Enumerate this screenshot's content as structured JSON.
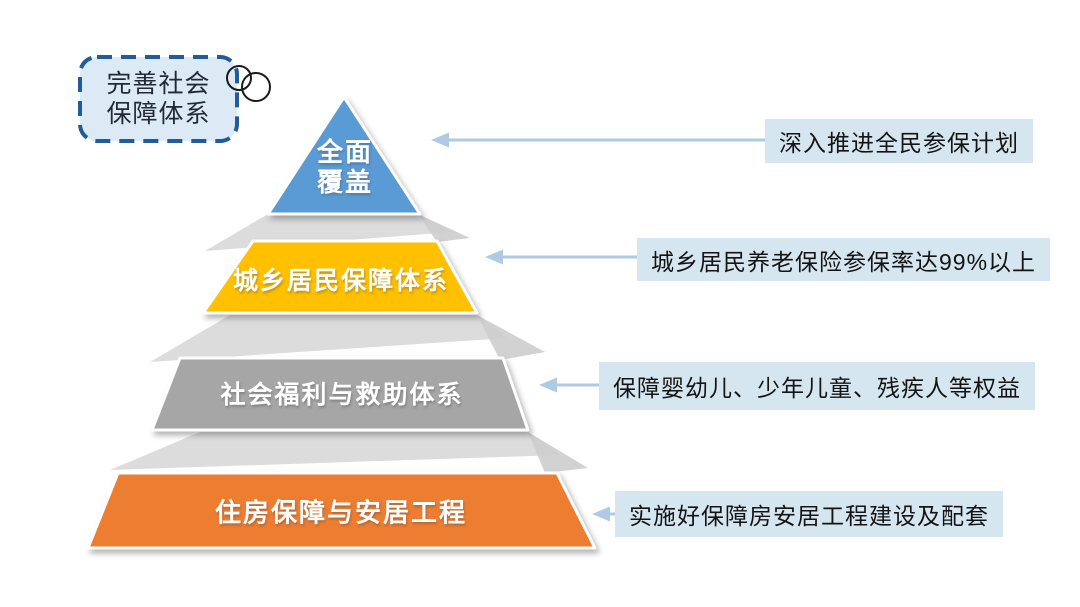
{
  "title_box": {
    "lines": [
      "完善社会",
      "保障体系"
    ]
  },
  "pyramid": {
    "levels": [
      {
        "label": "全面覆盖",
        "label_lines": [
          "全面",
          "覆盖"
        ],
        "color": "#5B9BD5"
      },
      {
        "label": "城乡居民保障体系",
        "color": "#FFC000"
      },
      {
        "label": "社会福利与救助体系",
        "color": "#A6A6A6"
      },
      {
        "label": "住房保障与安居工程",
        "color": "#ED7D31"
      }
    ]
  },
  "annotations": [
    {
      "text": "深入推进全民参保计划"
    },
    {
      "text": "城乡居民养老保险参保率达99%以上"
    },
    {
      "text": "保障婴幼儿、少年儿童、残疾人等权益"
    },
    {
      "text": "实施好保障房安居工程建设及配套"
    }
  ],
  "colors": {
    "annotation_bg": "#D5E6F1",
    "arrow": "#AECBE3",
    "ribbon": "#D8D8D8",
    "ribbon_dark": "#CDCDCD",
    "title_fill": "#DCEAF6",
    "title_border": "#1F5C99",
    "circle_stroke": "#1a1a1a",
    "background": "#FFFFFF"
  }
}
